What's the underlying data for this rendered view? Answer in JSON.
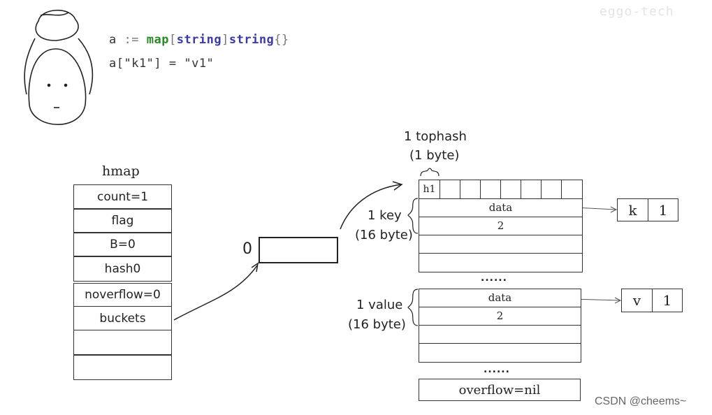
{
  "code": {
    "line1": {
      "var": "a",
      "op": ":=",
      "map_kw": "map",
      "key_type": "string",
      "val_type": "string",
      "braces": "{}"
    },
    "line2": "a[\"k1\"] = \"v1\""
  },
  "watermark_top": "eggo-tech",
  "hmap": {
    "title": "hmap",
    "fields": [
      "count=1",
      "flag",
      "B=0",
      "hash0",
      "noverflow=0",
      "buckets",
      "",
      ""
    ]
  },
  "buckets_array": {
    "index_label": "0"
  },
  "bucket": {
    "tophash_label_line1": "1 tophash",
    "tophash_label_line2": "(1 byte)",
    "tophash_first_cell": "h1",
    "key_label_line1": "1 key",
    "key_label_line2": "(16 byte)",
    "key_rows": [
      "data",
      "2",
      "",
      ""
    ],
    "dots": "......",
    "value_label_line1": "1 value",
    "value_label_line2": "(16 byte)",
    "value_rows": [
      "data",
      "2",
      "",
      ""
    ],
    "dots2": "......",
    "overflow": "overflow=nil"
  },
  "key_string": {
    "c1": "k",
    "c2": "1"
  },
  "value_string": {
    "c1": "v",
    "c2": "1"
  },
  "watermark": "CSDN @cheems~"
}
